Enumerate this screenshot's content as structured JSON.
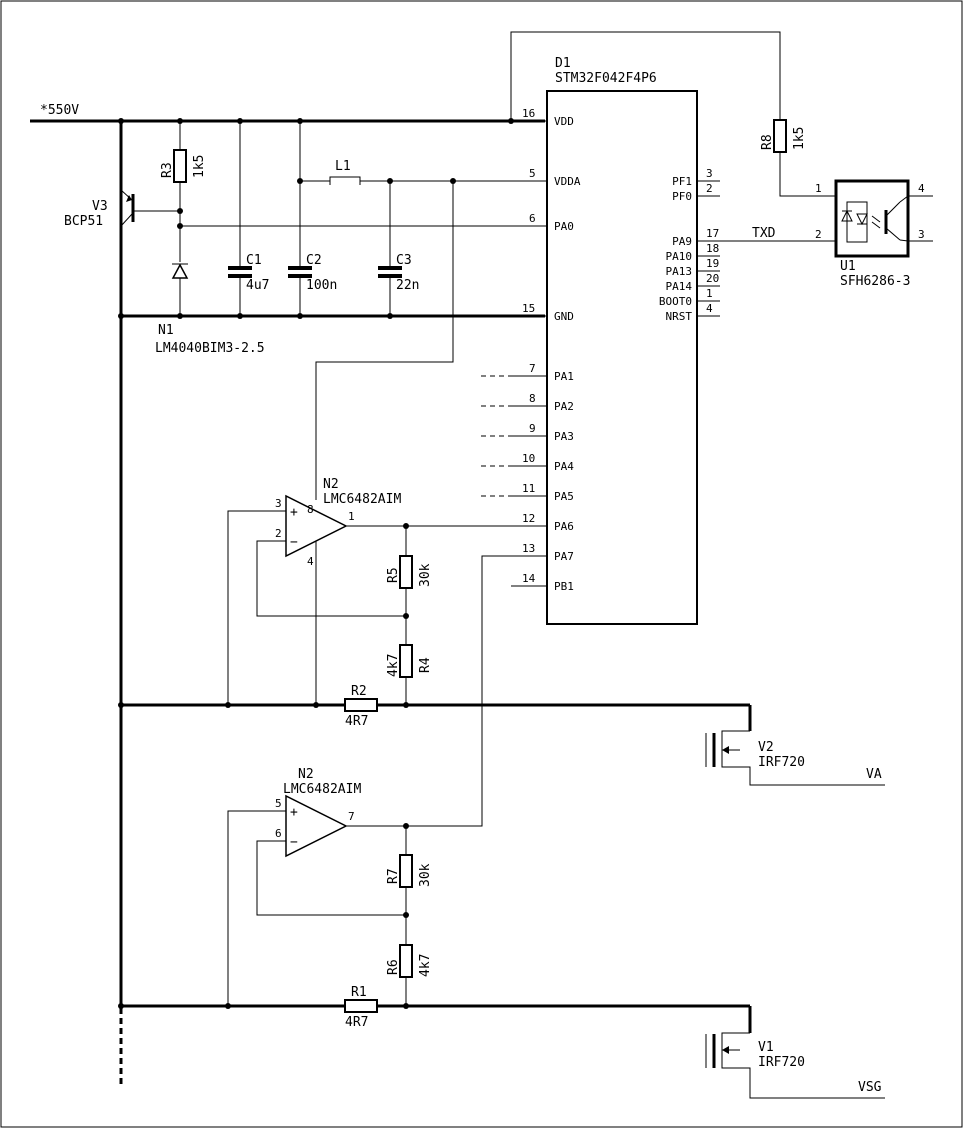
{
  "schematic": {
    "supply": "*550V",
    "mcu": {
      "ref": "D1",
      "part": "STM32F042F4P6",
      "left_pins": [
        {
          "num": "16",
          "name": "VDD"
        },
        {
          "num": "5",
          "name": "VDDA"
        },
        {
          "num": "6",
          "name": "PA0"
        },
        {
          "num": "15",
          "name": "GND"
        },
        {
          "num": "7",
          "name": "PA1"
        },
        {
          "num": "8",
          "name": "PA2"
        },
        {
          "num": "9",
          "name": "PA3"
        },
        {
          "num": "10",
          "name": "PA4"
        },
        {
          "num": "11",
          "name": "PA5"
        },
        {
          "num": "12",
          "name": "PA6"
        },
        {
          "num": "13",
          "name": "PA7"
        },
        {
          "num": "14",
          "name": "PB1"
        }
      ],
      "right_pins": [
        {
          "num": "3",
          "name": "PF1"
        },
        {
          "num": "2",
          "name": "PF0"
        },
        {
          "num": "17",
          "name": "PA9"
        },
        {
          "num": "18",
          "name": "PA10"
        },
        {
          "num": "19",
          "name": "PA13"
        },
        {
          "num": "20",
          "name": "PA14"
        },
        {
          "num": "1",
          "name": "BOOT0"
        },
        {
          "num": "4",
          "name": "NRST"
        }
      ]
    },
    "components": {
      "r3": {
        "ref": "R3",
        "value": "1k5"
      },
      "v3": {
        "ref": "V3",
        "part": "BCP51"
      },
      "c1": {
        "ref": "C1",
        "value": "4u7"
      },
      "c2": {
        "ref": "C2",
        "value": "100n"
      },
      "c3": {
        "ref": "C3",
        "value": "22n"
      },
      "l1": {
        "ref": "L1"
      },
      "n1": {
        "ref": "N1",
        "part": "LM4040BIM3-2.5"
      },
      "r8": {
        "ref": "R8",
        "value": "1k5"
      },
      "u1": {
        "ref": "U1",
        "part": "SFH6286-3",
        "pins": [
          "1",
          "2",
          "3",
          "4"
        ]
      },
      "txd": "TXD",
      "n2a": {
        "ref": "N2",
        "part": "LMC6482AIM",
        "pins": [
          "3",
          "2",
          "1",
          "8",
          "4"
        ]
      },
      "n2b": {
        "ref": "N2",
        "part": "LMC6482AIM",
        "pins": [
          "5",
          "6",
          "7"
        ]
      },
      "r5": {
        "ref": "R5",
        "value": "30k"
      },
      "r4": {
        "ref": "R4",
        "value": "4k7"
      },
      "r2": {
        "ref": "R2",
        "value": "4R7"
      },
      "r7": {
        "ref": "R7",
        "value": "30k"
      },
      "r6": {
        "ref": "R6",
        "value": "4k7"
      },
      "r1": {
        "ref": "R1",
        "value": "4R7"
      },
      "v2": {
        "ref": "V2",
        "part": "IRF720",
        "net": "VA"
      },
      "v1": {
        "ref": "V1",
        "part": "IRF720",
        "net": "VSG"
      }
    }
  }
}
